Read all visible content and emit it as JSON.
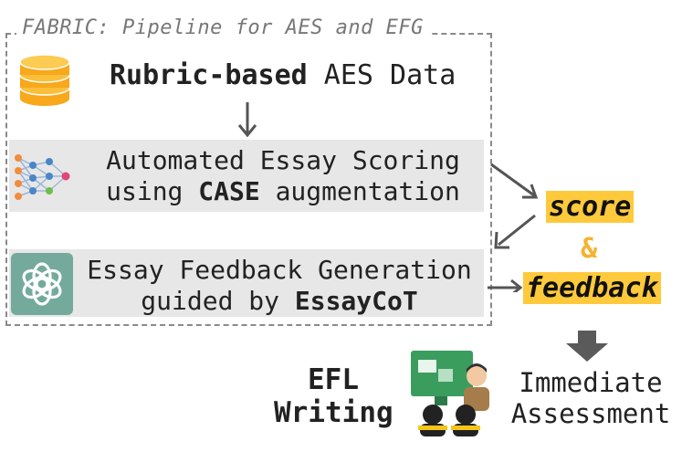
{
  "frame": {
    "title": "FABRIC: Pipeline for AES and EFG"
  },
  "data_box": {
    "bold": "Rubric-based",
    "rest": " AES Data"
  },
  "aes_box": {
    "line1": "Automated Essay Scoring",
    "line2_pre": "using ",
    "line2_bold": "CASE",
    "line2_post": " augmentation"
  },
  "feedback_box": {
    "line1": "Essay Feedback Generation",
    "line2_pre": "guided by ",
    "line2_bold": "EssayCoT"
  },
  "outputs": {
    "score": "score",
    "amp": "&",
    "feedback": "feedback"
  },
  "efl": {
    "line1": "EFL",
    "line2": "Writing"
  },
  "assessment": {
    "line1": "Immediate",
    "line2": "Assessment"
  },
  "colors": {
    "highlight": "#ffc93c",
    "database": "#f7a81b",
    "gpt": "#74aa9c",
    "arrow": "#555555"
  },
  "icons": [
    "database-icon",
    "neural-network-icon",
    "chatgpt-icon",
    "classroom-icon"
  ]
}
